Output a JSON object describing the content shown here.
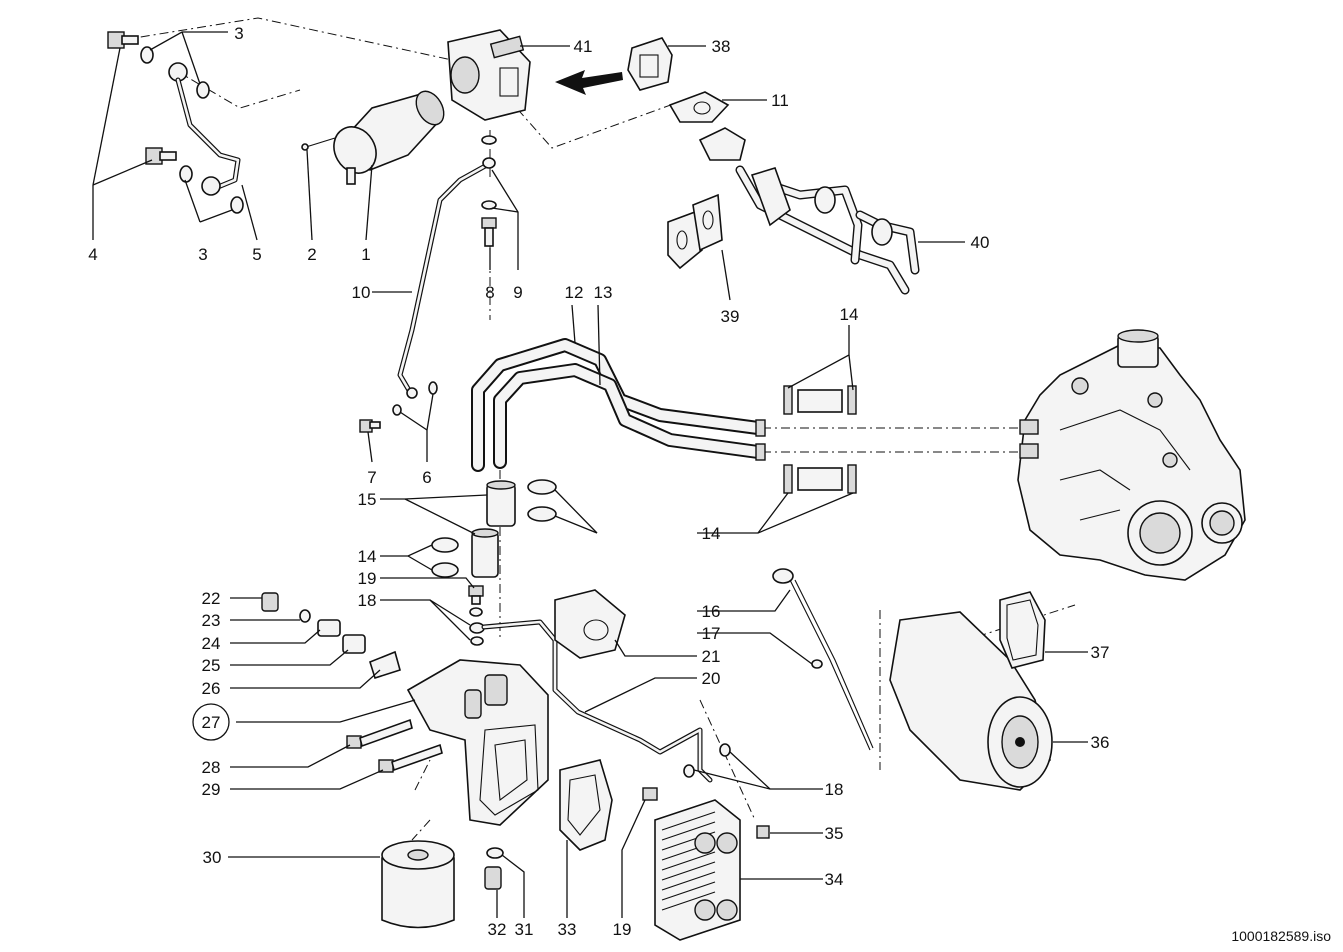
{
  "document_id": "1000182589.iso",
  "callouts": [
    "1",
    "2",
    "3",
    "4",
    "5",
    "6",
    "7",
    "8",
    "9",
    "10",
    "11",
    "12",
    "13",
    "14",
    "15",
    "16",
    "17",
    "18",
    "19",
    "20",
    "21",
    "22",
    "23",
    "24",
    "25",
    "26",
    "27",
    "28",
    "29",
    "30",
    "31",
    "32",
    "33",
    "34",
    "35",
    "36",
    "37",
    "38",
    "39",
    "40",
    "41"
  ],
  "highlighted_callout": "27"
}
